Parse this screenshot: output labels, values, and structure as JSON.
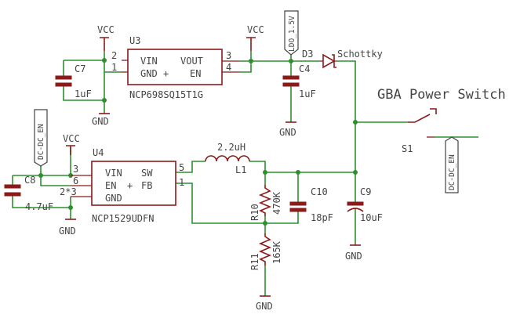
{
  "title": "GBA Power Switch",
  "power": {
    "vcc": "VCC",
    "gnd": "GND"
  },
  "u3": {
    "ref": "U3",
    "part": "NCP698SQ15T1G",
    "pins": {
      "vin": "VIN",
      "gnd": "GND",
      "plus": "+",
      "vout": "VOUT",
      "en": "EN"
    },
    "pin_numbers": {
      "p1": "1",
      "p2": "2",
      "p3": "3",
      "p4": "4"
    }
  },
  "u4": {
    "ref": "U4",
    "part": "NCP1529UDFN",
    "pins": {
      "vin": "VIN",
      "en": "EN",
      "gnd": "GND",
      "plus": "+",
      "sw": "SW",
      "fb": "FB"
    },
    "pin_numbers": {
      "p3": "3",
      "p6": "6",
      "p23": "2*3",
      "p5": "5",
      "p1": "1"
    }
  },
  "components": {
    "c7": {
      "ref": "C7",
      "value": "1uF"
    },
    "c4": {
      "ref": "C4",
      "value": "1uF"
    },
    "c8": {
      "ref": "C8",
      "value": "4.7uF"
    },
    "c10": {
      "ref": "C10",
      "value": "18pF"
    },
    "c9": {
      "ref": "C9",
      "value": "10uF"
    },
    "l1": {
      "ref": "L1",
      "value": "2.2uH"
    },
    "r10": {
      "ref": "R10",
      "value": "470K"
    },
    "r11": {
      "ref": "R11",
      "value": "165K"
    },
    "d3": {
      "ref": "D3",
      "value": "Schottky"
    },
    "s1": {
      "ref": "S1"
    }
  },
  "net_labels": {
    "ldo": "LDO_1.5V",
    "dcdc": "DC-DC_EN"
  }
}
